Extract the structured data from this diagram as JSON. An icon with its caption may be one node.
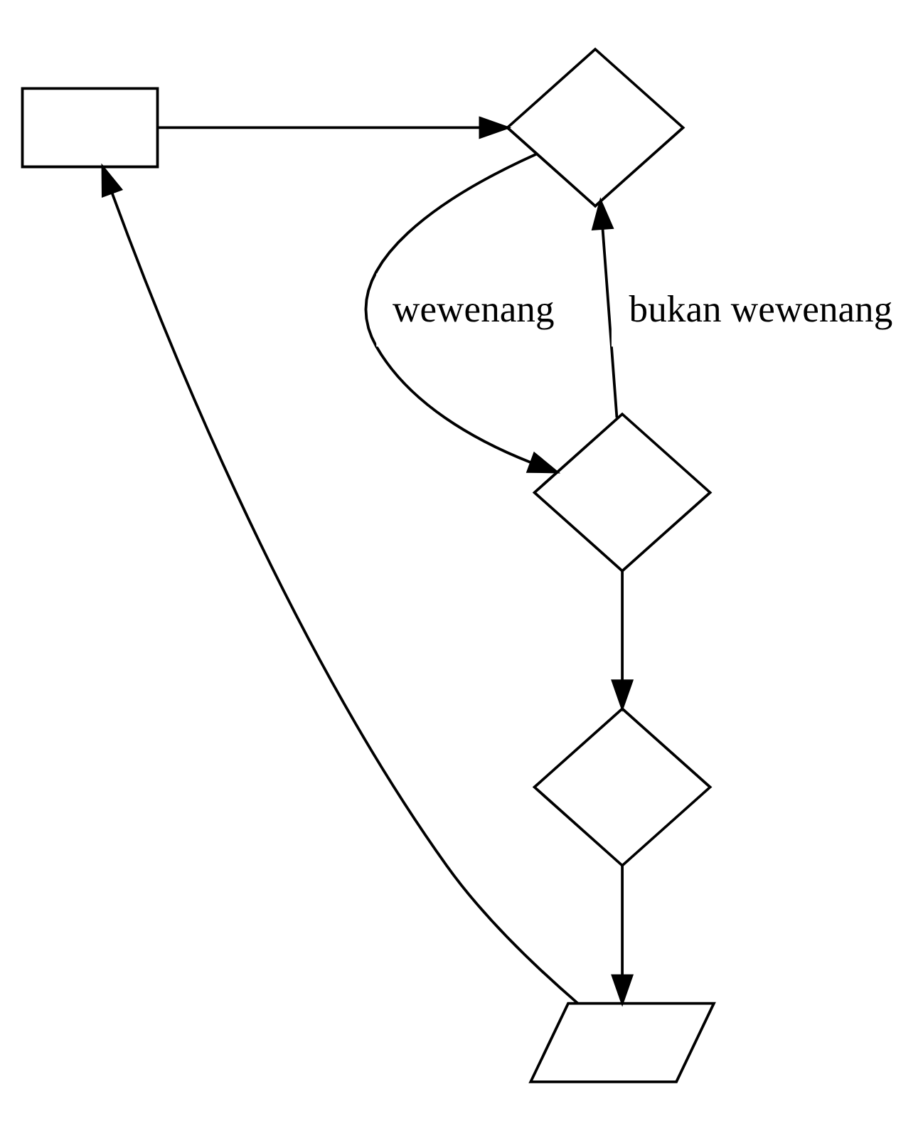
{
  "diagram": {
    "nodes": [
      {
        "text": [],
        "shape": "box"
      },
      {
        "text": [],
        "shape": "diamond"
      },
      {
        "text": [],
        "shape": "diamond"
      },
      {
        "text": [],
        "shape": "diamond"
      },
      {
        "text": [],
        "shape": "parallelogram"
      }
    ],
    "edges": [
      {
        "from": 0,
        "to": 1,
        "arrow": "to"
      },
      {
        "from": 1,
        "to": 2,
        "arrow": "to",
        "label": "wewenang"
      },
      {
        "from": 2,
        "to": 1,
        "arrow": "to",
        "label": "bukan wewenang"
      },
      {
        "from": 2,
        "to": 3,
        "arrow": "to"
      },
      {
        "from": 3,
        "to": 4,
        "arrow": "to"
      },
      {
        "from": 4,
        "to": 0,
        "arrow": "to"
      }
    ]
  }
}
